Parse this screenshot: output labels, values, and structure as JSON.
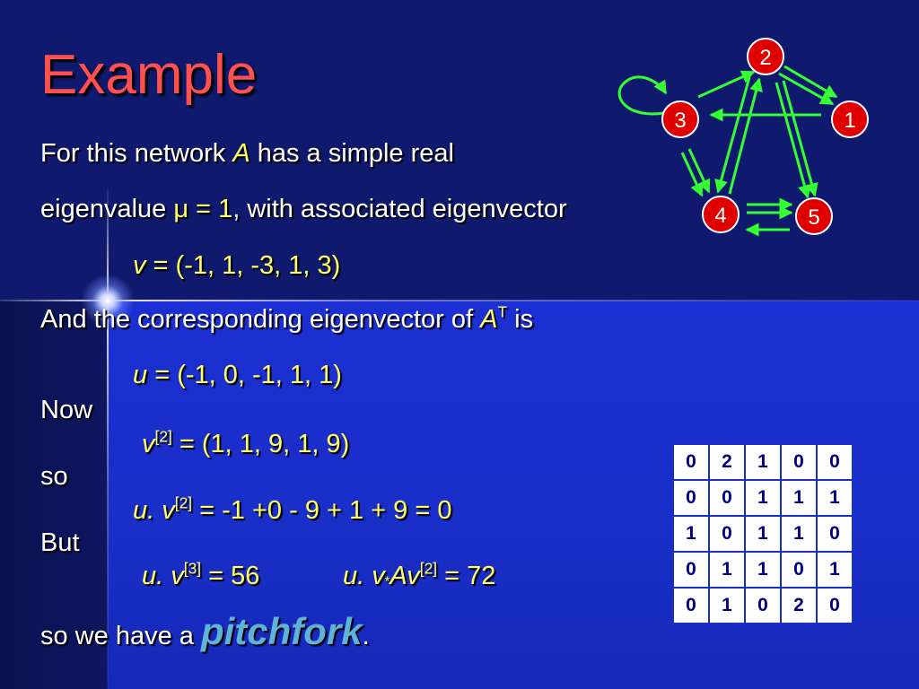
{
  "slide": {
    "title": "Example",
    "line1": {
      "text_a": "For this network ",
      "var_a": "A",
      "text_b": " has a simple real"
    },
    "line2": {
      "text_a": "eigenvalue ",
      "mu_eq": "μ = 1",
      "text_b": ", with associated eigenvector"
    },
    "v_eq": {
      "var": "v",
      "rest": " = (-1, 1, -3, 1, 3)"
    },
    "line4": {
      "text_a": "And the corresponding eigenvector of ",
      "var": "A",
      "sup": "T",
      "text_b": " is"
    },
    "u_eq": {
      "var": "u",
      "rest": " = (-1, 0, -1, 1, 1)"
    },
    "now_label": "Now",
    "v2_eq": {
      "var": "v",
      "sup": "[2]",
      "rest": " = (1, 1, 9, 1, 9)"
    },
    "so_label": "so",
    "uv2_eq": {
      "var": "u. v",
      "sup": "[2]",
      "rest": " = -1 +0 - 9 + 1 + 9 = 0"
    },
    "but_label": "But",
    "uv3_eq": {
      "var": "u. v",
      "sup": "[3]",
      "rest": " = 56"
    },
    "uvAv_eq": {
      "var_a": "u. v",
      "star": "*",
      "var_b": "Av",
      "sup": "[2]",
      "rest": " = 72"
    },
    "final": {
      "text_a": "so we have a ",
      "pitch": "pitchfork",
      "text_b": "."
    }
  },
  "graph": {
    "nodes": [
      {
        "label": "2"
      },
      {
        "label": "3"
      },
      {
        "label": "1"
      },
      {
        "label": "4"
      },
      {
        "label": "5"
      }
    ]
  },
  "matrix": {
    "rows": [
      [
        "0",
        "2",
        "1",
        "0",
        "0"
      ],
      [
        "0",
        "0",
        "1",
        "1",
        "1"
      ],
      [
        "1",
        "0",
        "1",
        "1",
        "0"
      ],
      [
        "0",
        "1",
        "1",
        "0",
        "1"
      ],
      [
        "0",
        "1",
        "0",
        "2",
        "0"
      ]
    ]
  },
  "colors": {
    "title": "#ff5050",
    "math": "#ffff66",
    "pitchfork": "#5fb2d8",
    "node_fill": "#e00000",
    "edge": "#33ff33",
    "matrix_text": "#000080"
  }
}
